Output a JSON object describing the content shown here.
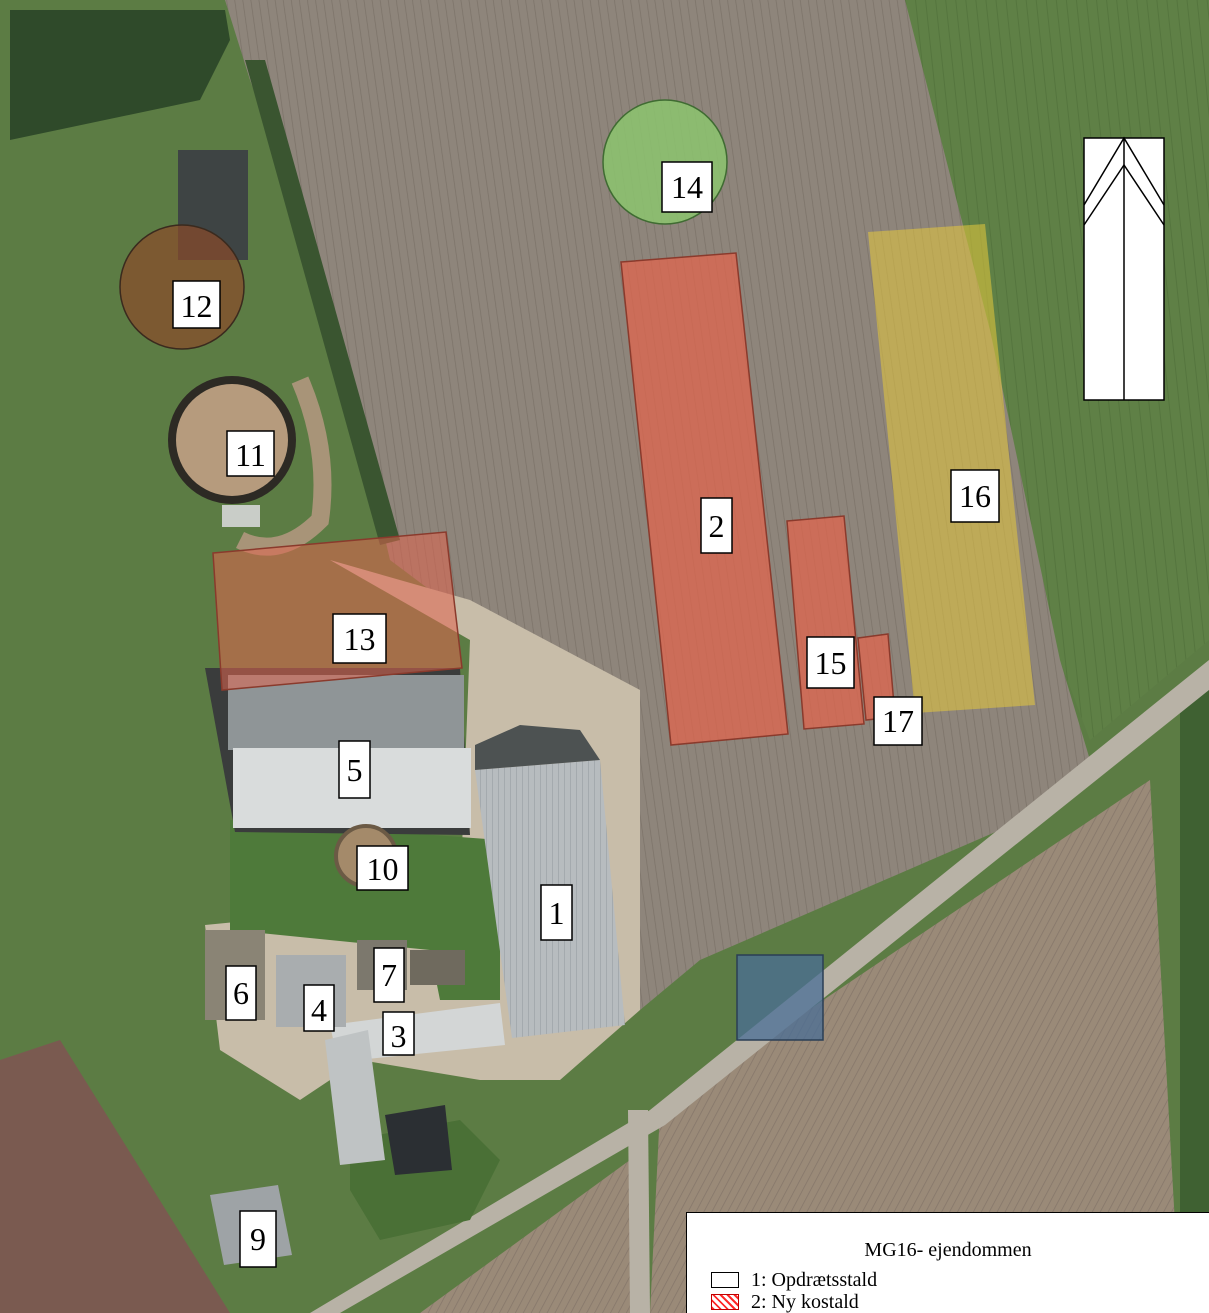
{
  "map": {
    "labels": [
      {
        "id": "1",
        "text": "1"
      },
      {
        "id": "2",
        "text": "2"
      },
      {
        "id": "3",
        "text": "3"
      },
      {
        "id": "4",
        "text": "4"
      },
      {
        "id": "5",
        "text": "5"
      },
      {
        "id": "6",
        "text": "6"
      },
      {
        "id": "7",
        "text": "7"
      },
      {
        "id": "9",
        "text": "9"
      },
      {
        "id": "10",
        "text": "10"
      },
      {
        "id": "11",
        "text": "11"
      },
      {
        "id": "12",
        "text": "12"
      },
      {
        "id": "13",
        "text": "13"
      },
      {
        "id": "14",
        "text": "14"
      },
      {
        "id": "15",
        "text": "15"
      },
      {
        "id": "16",
        "text": "16"
      },
      {
        "id": "17",
        "text": "17"
      }
    ],
    "legend": {
      "title": "MG16- ejendommen",
      "items": [
        {
          "text": "1: Opdrætsstald",
          "swatch": "white"
        },
        {
          "text": "2: Ny kostald",
          "swatch": "red-hatch"
        }
      ]
    },
    "colors": {
      "field_bare": "#8d8379",
      "grass": "#5d7d45",
      "red_overlay": "#e0654e",
      "yellow_overlay": "#e6c83c",
      "green_circle": "#8cc46e",
      "blue_square": "#4a6e96"
    },
    "icons": [
      "north-arrow-icon"
    ]
  }
}
